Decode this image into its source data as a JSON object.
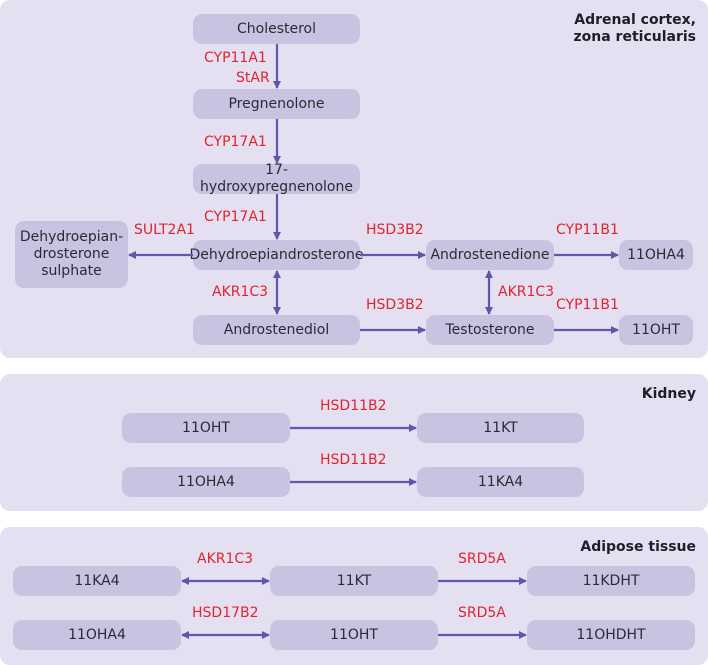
{
  "colors": {
    "panel": "#e4e0f1",
    "node": "#c9c3e1",
    "arrow": "#6256a8",
    "enzyme": "#e0242e"
  },
  "panels": {
    "adrenal": {
      "title_line1": "Adrenal cortex,",
      "title_line2": "zona reticularis",
      "nodes": {
        "cholesterol": "Cholesterol",
        "pregnenolone": "Pregnenolone",
        "hydroxypreg": "17-hydroxypregnenolone",
        "dhea": "Dehydroepiandrosterone",
        "dheas_line1": "Dehydroepian-",
        "dheas_line2": "drosterone",
        "dheas_line3": "sulphate",
        "androstenedione": "Androstenedione",
        "ohA4": "11OHA4",
        "androstenediol": "Androstenediol",
        "testosterone": "Testosterone",
        "ohT": "11OHT"
      },
      "enzymes": {
        "cyp11a1": "CYP11A1",
        "star": "StAR",
        "cyp17a1_1": "CYP17A1",
        "cyp17a1_2": "CYP17A1",
        "sult2a1": "SULT2A1",
        "hsd3b2_1": "HSD3B2",
        "cyp11b1_1": "CYP11B1",
        "akr1c3_1": "AKR1C3",
        "akr1c3_2": "AKR1C3",
        "hsd3b2_2": "HSD3B2",
        "cyp11b1_2": "CYP11B1"
      }
    },
    "kidney": {
      "title": "Kidney",
      "nodes": {
        "ohT": "11OHT",
        "kT": "11KT",
        "ohA4": "11OHA4",
        "kA4": "11KA4"
      },
      "enzymes": {
        "hsd11b2_1": "HSD11B2",
        "hsd11b2_2": "HSD11B2"
      }
    },
    "adipose": {
      "title": "Adipose tissue",
      "nodes": {
        "kA4": "11KA4",
        "kT": "11KT",
        "kDHT": "11KDHT",
        "ohA4": "11OHA4",
        "ohT": "11OHT",
        "ohDHT": "11OHDHT"
      },
      "enzymes": {
        "akr1c3": "AKR1C3",
        "srd5a_1": "SRD5A",
        "hsd17b2": "HSD17B2",
        "srd5a_2": "SRD5A"
      }
    }
  }
}
